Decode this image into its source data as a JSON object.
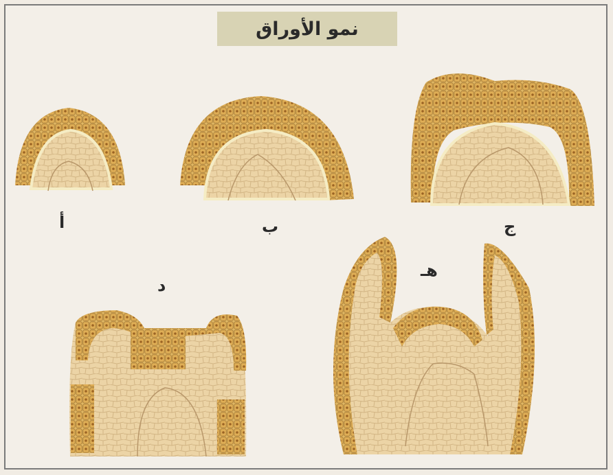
{
  "title": "نمو الأوراق",
  "stages": [
    {
      "id": "a",
      "label": "أ"
    },
    {
      "id": "b",
      "label": "ب"
    },
    {
      "id": "c",
      "label": "ج"
    },
    {
      "id": "d",
      "label": "د"
    },
    {
      "id": "e",
      "label": "هـ"
    }
  ],
  "colors": {
    "background": "#f3efe8",
    "title_box": "#d8d3b4",
    "tissue": "#ecd4a6",
    "cell_outline": "#c9a86e",
    "outer_cell": "#d8a64e",
    "outer_cell_nucleus": "#a9702a",
    "vascular_line": "#b8976a"
  }
}
